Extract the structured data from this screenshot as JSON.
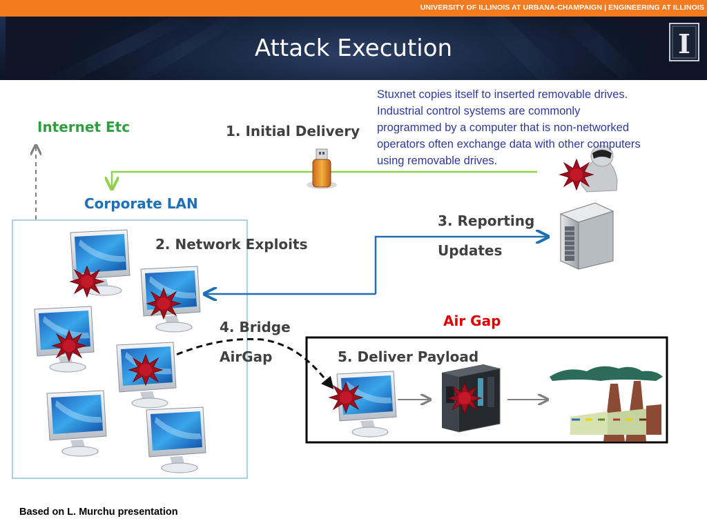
{
  "header": {
    "university": "UNIVERSITY OF ILLINOIS AT URBANA-CHAMPAIGN | ENGINEERING AT ILLINOIS",
    "title": "Attack Execution",
    "logo_letter": "I"
  },
  "labels": {
    "internet": "Internet Etc",
    "corporate_lan": "Corporate LAN",
    "step1": "1. Initial Delivery",
    "step2": "2. Network Exploits",
    "step3_line1": "3. Reporting",
    "step3_line2": "Updates",
    "step4_line1": "4. Bridge",
    "step4_line2": "AirGap",
    "step5": "5. Deliver Payload",
    "air_gap": "Air Gap"
  },
  "note": [
    "Stuxnet copies itself to inserted removable drives.",
    "Industrial control systems are commonly",
    "programmed by a computer that is non-networked",
    "operators often exchange data with other computers",
    "using removable drives."
  ],
  "credit": "Based on L. Murchu presentation",
  "colors": {
    "orange_bar": "#f47b20",
    "internet_label": "#2e9e3e",
    "corporate_label": "#1f6fb5",
    "air_gap_label": "#e00000",
    "note_text": "#2d3a9a",
    "delivery_arrow": "#8fd14f",
    "reporting_arrow": "#1f6fb5",
    "lan_box": "#a9d3e3",
    "malware_star": "#a0101c"
  },
  "icons": [
    "usb-drive-icon",
    "hacker-icon",
    "server-icon",
    "computer-icon",
    "plc-icon",
    "factory-icon",
    "malware-star-icon"
  ]
}
